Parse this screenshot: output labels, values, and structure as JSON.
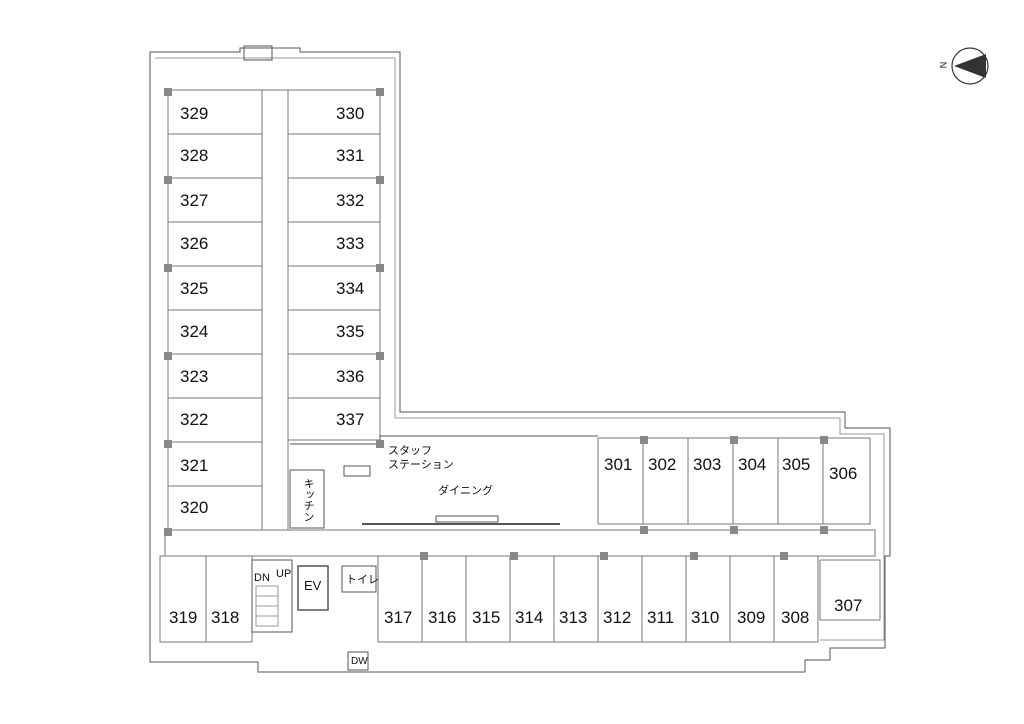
{
  "rooms_west_left": [
    "329",
    "328",
    "327",
    "326",
    "325",
    "324",
    "323",
    "322",
    "321",
    "320"
  ],
  "rooms_west_right": [
    "330",
    "331",
    "332",
    "333",
    "334",
    "335",
    "336",
    "337"
  ],
  "rooms_south": [
    "319",
    "318",
    "317",
    "316",
    "315",
    "314",
    "313",
    "312",
    "311",
    "310",
    "309",
    "308"
  ],
  "rooms_east_top": [
    "301",
    "302",
    "303",
    "304",
    "305",
    "306"
  ],
  "room_307": "307",
  "labels": {
    "staff_station_line1": "スタッフ",
    "staff_station_line2": "ステーション",
    "dining": "ダイニング",
    "kitchen": "キッチン",
    "toilet": "トイレ",
    "ev": "EV",
    "dn": "DN",
    "up": "UP",
    "dw": "DW"
  },
  "compass": {
    "letter": "N"
  }
}
